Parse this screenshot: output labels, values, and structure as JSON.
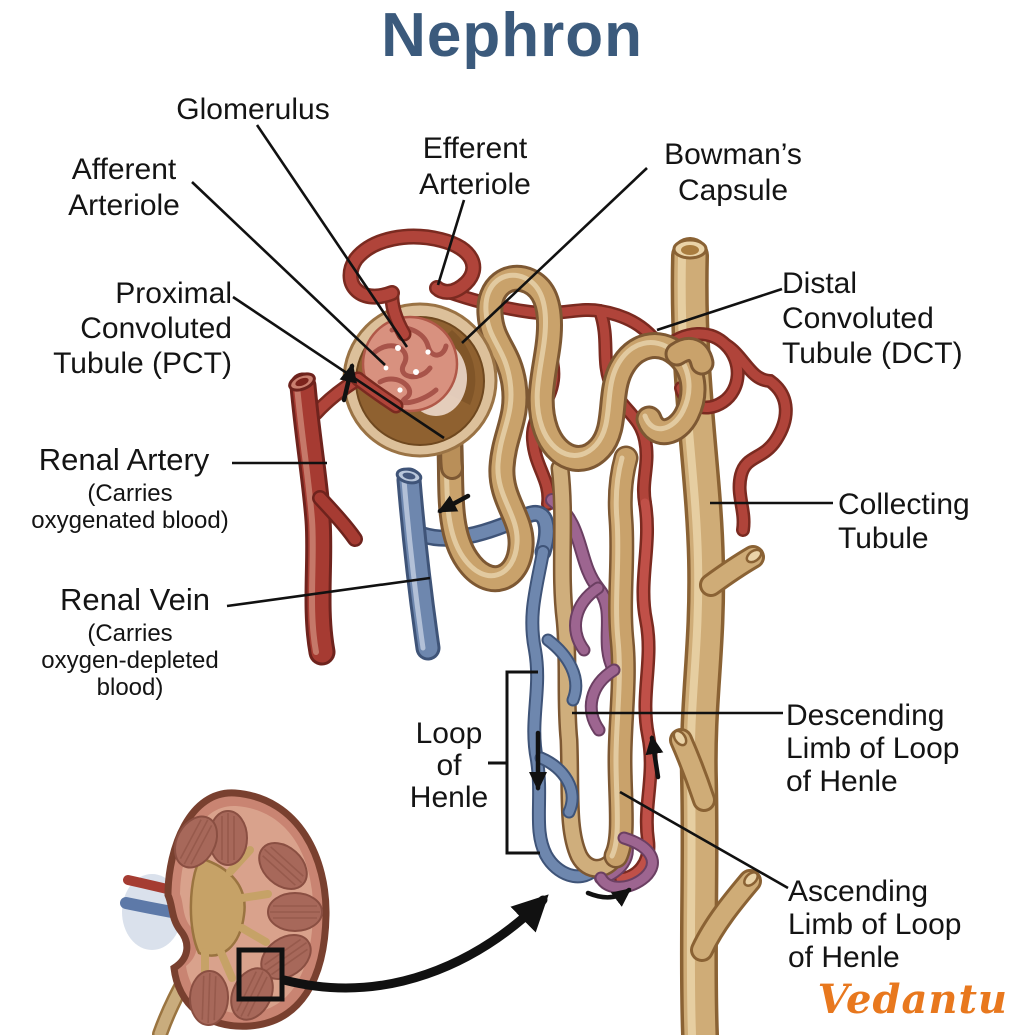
{
  "title": {
    "text": "Nephron"
  },
  "brand": {
    "name": "Vedantu"
  },
  "labels": {
    "glomerulus": {
      "lines": [
        "Glomerulus"
      ]
    },
    "afferent": {
      "lines": [
        "Afferent",
        "Arteriole"
      ]
    },
    "efferent": {
      "lines": [
        "Efferent",
        "Arteriole"
      ]
    },
    "bowman": {
      "lines": [
        "Bowman’s",
        "Capsule"
      ]
    },
    "pct": {
      "lines": [
        "Proximal",
        "Convoluted",
        "Tubule (PCT)"
      ]
    },
    "dct": {
      "lines": [
        "Distal",
        "Convoluted",
        "Tubule (DCT)"
      ]
    },
    "renal_artery": {
      "name": "Renal Artery",
      "note_lines": [
        "(Carries",
        "oxygenated blood)"
      ]
    },
    "renal_vein": {
      "name": "Renal Vein",
      "note_lines": [
        "(Carries",
        "oxygen-depleted",
        "blood)"
      ]
    },
    "collecting": {
      "lines": [
        "Collecting",
        "Tubule"
      ]
    },
    "loop": {
      "lines": [
        "Loop",
        "of",
        "Henle"
      ]
    },
    "descending": {
      "lines": [
        "Descending",
        "Limb of Loop",
        "of Henle"
      ]
    },
    "ascending": {
      "lines": [
        "Ascending",
        "Limb of Loop",
        "of Henle"
      ]
    }
  },
  "arrows": [
    {
      "id": "flow-up-afferent-arrow",
      "direction": "up"
    },
    {
      "id": "flow-down-vein-arrow",
      "direction": "down-left"
    },
    {
      "id": "flow-down-descending-arrow",
      "direction": "down"
    },
    {
      "id": "flow-up-ascending-arrow",
      "direction": "up"
    },
    {
      "id": "flow-right-loop-bottom-arrow",
      "direction": "right"
    },
    {
      "id": "kidney-inset-to-nephron-arrow",
      "direction": "up-right"
    }
  ],
  "colors": {
    "title": "#3b5a7c",
    "brand_orange": "#e8781e",
    "label_text": "#141414",
    "artery_red": "#a63b32",
    "capillary_red": "#b0443a",
    "vein_blue": "#6e87ae",
    "vasa_recta_purple": "#9d6590",
    "tubule_tan": "#c9a26b",
    "collecting_duct_tan": "#cfac77",
    "bowmans_capsule_brown": "#8f6130",
    "glomerulus_pink": "#d8917f",
    "kidney_cortex": "#d9a28c",
    "kidney_capsule_brown": "#79402f",
    "leader_line": "#111111"
  }
}
